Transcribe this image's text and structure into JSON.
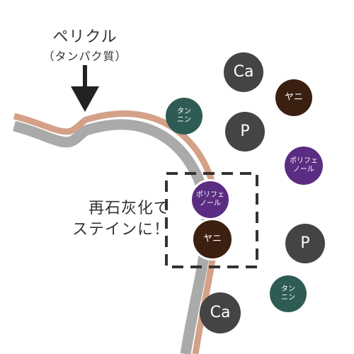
{
  "title": "ペリクル",
  "subtitle": "（タンパク質）",
  "callout": {
    "line1": "再石灰化で",
    "line2": "ステインに！"
  },
  "colors": {
    "pellicle": "#d4a088",
    "enamel": "#aaaaaa",
    "ca_p": "#444444",
    "tannin": "#2e5c55",
    "yani": "#3b1f10",
    "polyphenol": "#5a2d82",
    "text": "#333333"
  },
  "particles": {
    "ca_top": "Ca",
    "p_mid": "P",
    "yani_top": "ヤニ",
    "tannin_top": [
      "タン",
      "ニン"
    ],
    "polyphenol_right": [
      "ポリフェ",
      "ノール"
    ],
    "p_lower": "P",
    "tannin_lower": [
      "タン",
      "ニン"
    ],
    "ca_bottom": "Ca",
    "polyphenol_boxed": [
      "ポリフェ",
      "ノール"
    ],
    "yani_boxed": "ヤニ"
  }
}
